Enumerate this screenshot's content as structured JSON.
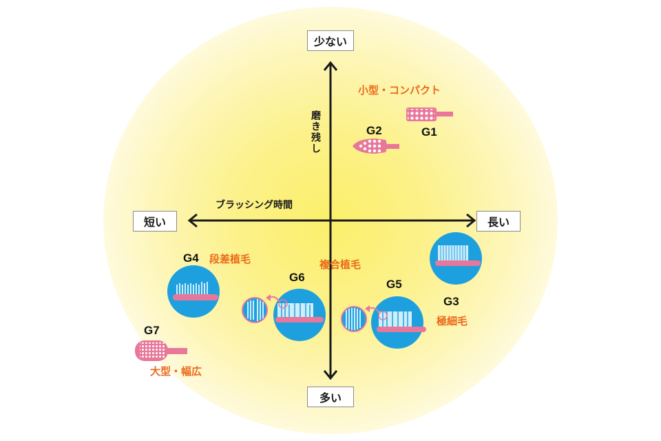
{
  "axes": {
    "vertical": {
      "label": "磨き残し",
      "top": "少ない",
      "bottom": "多い"
    },
    "horizontal": {
      "label": "ブラッシング時間",
      "left": "短い",
      "right": "長い"
    }
  },
  "groups": [
    {
      "id": "G1",
      "feature": "小型・コンパクト",
      "icon": "compact-head-brush-icon"
    },
    {
      "id": "G2",
      "feature": "",
      "icon": "tapered-head-brush-icon"
    },
    {
      "id": "G3",
      "feature": "極細毛",
      "icon": "ultrafine-bristle-brush-icon"
    },
    {
      "id": "G4",
      "feature": "段差植毛",
      "icon": "stepped-bristle-brush-icon"
    },
    {
      "id": "G5",
      "feature": "",
      "icon": "composite-bristle-brush-icon"
    },
    {
      "id": "G6",
      "feature": "",
      "icon": "composite-bristle-brush-icon"
    },
    {
      "id": "G7",
      "feature": "大型・幅広",
      "icon": "large-wide-head-brush-icon"
    }
  ],
  "shared_labels": {
    "g5_g6": "複合植毛"
  },
  "colors": {
    "accent_orange": "#ea6a1a",
    "brush_pink": "#e8779a",
    "circle_blue": "#1ea0df",
    "bristle_light": "#cfeefc",
    "glow_yellow": "#fbf06a"
  }
}
